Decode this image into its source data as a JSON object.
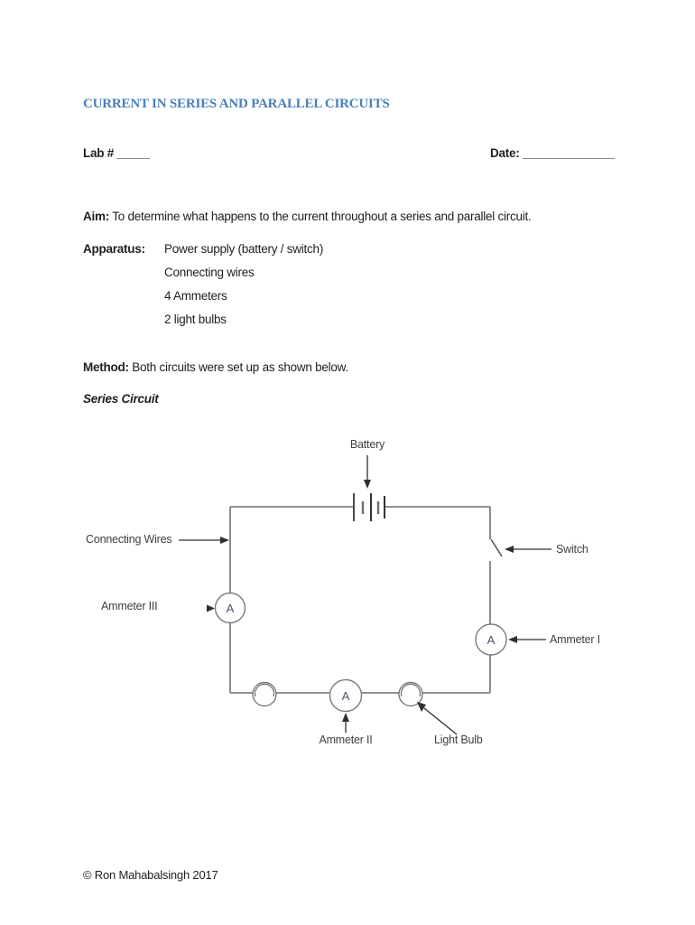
{
  "doc": {
    "title": "CURRENT IN SERIES AND PARALLEL CIRCUITS"
  },
  "header": {
    "lab_label": "Lab # _____",
    "date_label": "Date: ______________"
  },
  "aim": {
    "label": "Aim:",
    "text": "To determine what happens to the current throughout a series and parallel circuit."
  },
  "apparatus": {
    "label": "Apparatus:",
    "items": [
      "Power supply (battery / switch)",
      "Connecting wires",
      "4 Ammeters",
      "2 light bulbs"
    ]
  },
  "method": {
    "label": "Method:",
    "text": "Both circuits were set up as shown below."
  },
  "section": {
    "heading": "Series Circuit"
  },
  "diagram": {
    "ammeter_symbol": "A",
    "labels": {
      "battery": "Battery",
      "connecting_wires": "Connecting Wires",
      "switch": "Switch",
      "ammeter_1": "Ammeter I",
      "ammeter_2": "Ammeter II",
      "ammeter_3": "Ammeter III",
      "light_bulb": "Light Bulb"
    },
    "colors": {
      "title_blue": "#4a7ebb",
      "wire_gray": "#6f6f6f",
      "label_gray": "#3f3f3f",
      "arrow_black": "#2f2f2f",
      "ammeter_letter": "#44546a"
    }
  },
  "footer": {
    "copyright": "© Ron Mahabalsingh 2017"
  }
}
